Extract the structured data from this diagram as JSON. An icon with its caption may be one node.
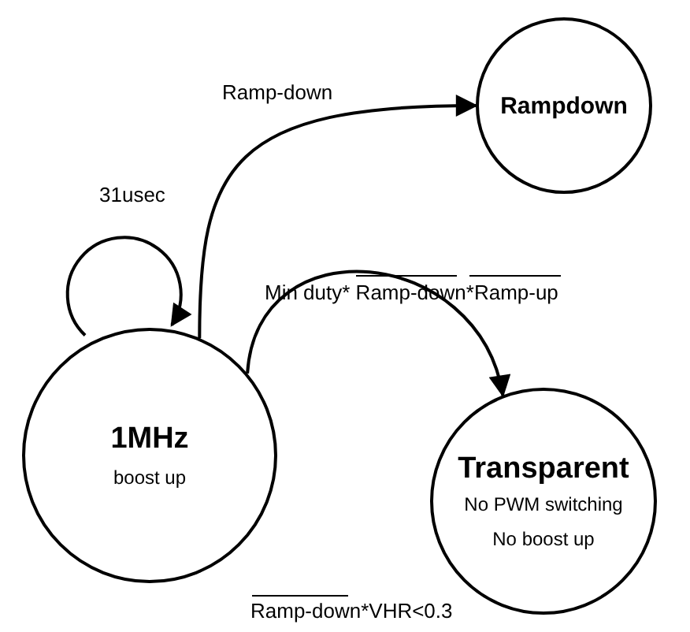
{
  "diagram": {
    "nodes": [
      {
        "text": [
          "Rampdown"
        ]
      },
      {
        "text": [
          "1MHz",
          "boost up"
        ]
      },
      {
        "text": [
          "Transparent",
          "No PWM switching",
          "No boost up"
        ]
      }
    ],
    "edges": [
      {
        "from": 1,
        "to": 0,
        "arrow": "to",
        "label": "Ramp-down"
      },
      {
        "from": 1,
        "to": 1,
        "arrow": "to",
        "label": "31usec"
      },
      {
        "from": 1,
        "to": 2,
        "arrow": "to",
        "label": "Min duty* Ramp-down*Ramp-up"
      }
    ],
    "labels": [
      "Ramp-down*VHR<0.3"
    ]
  }
}
